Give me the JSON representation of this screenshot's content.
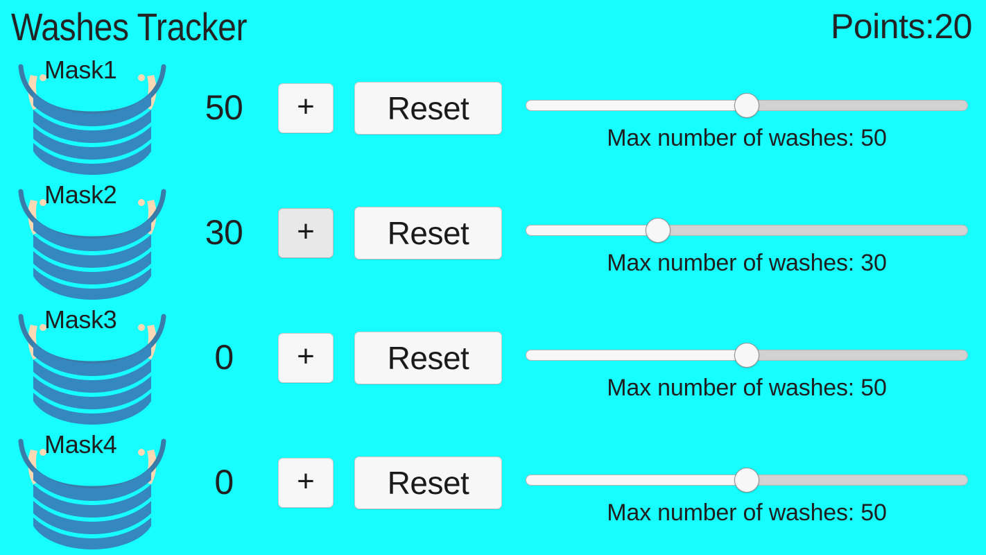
{
  "header": {
    "title": "Washes Tracker",
    "points_label": "Points:20"
  },
  "slider_caption_prefix": "Max number of washes: ",
  "rows": [
    {
      "mask_label": "Mask1",
      "count": "50",
      "plus_label": "+",
      "reset_label": "Reset",
      "max_washes": "50",
      "slider_percent": 50,
      "plus_pressed": false,
      "caption": "Max number of washes: 50"
    },
    {
      "mask_label": "Mask2",
      "count": "30",
      "plus_label": "+",
      "reset_label": "Reset",
      "max_washes": "30",
      "slider_percent": 30,
      "plus_pressed": true,
      "caption": "Max number of washes: 30"
    },
    {
      "mask_label": "Mask3",
      "count": "0",
      "plus_label": "+",
      "reset_label": "Reset",
      "max_washes": "50",
      "slider_percent": 50,
      "plus_pressed": false,
      "caption": "Max number of washes: 50"
    },
    {
      "mask_label": "Mask4",
      "count": "0",
      "plus_label": "+",
      "reset_label": "Reset",
      "max_washes": "50",
      "slider_percent": 50,
      "plus_pressed": false,
      "caption": "Max number of washes: 50"
    }
  ],
  "colors": {
    "background": "#17feff",
    "mask_body": "#3587c0",
    "mask_outline": "#3a7ca8",
    "mask_strap": "#ffd9b3",
    "button_face": "#f7f7f7",
    "button_pressed": "#e8e8e8",
    "track_empty": "#d2d2d2",
    "track_fill": "#f7f7f7",
    "text": "#202020"
  },
  "icons": {
    "mask": "face-mask-icon",
    "plus": "plus-icon"
  }
}
